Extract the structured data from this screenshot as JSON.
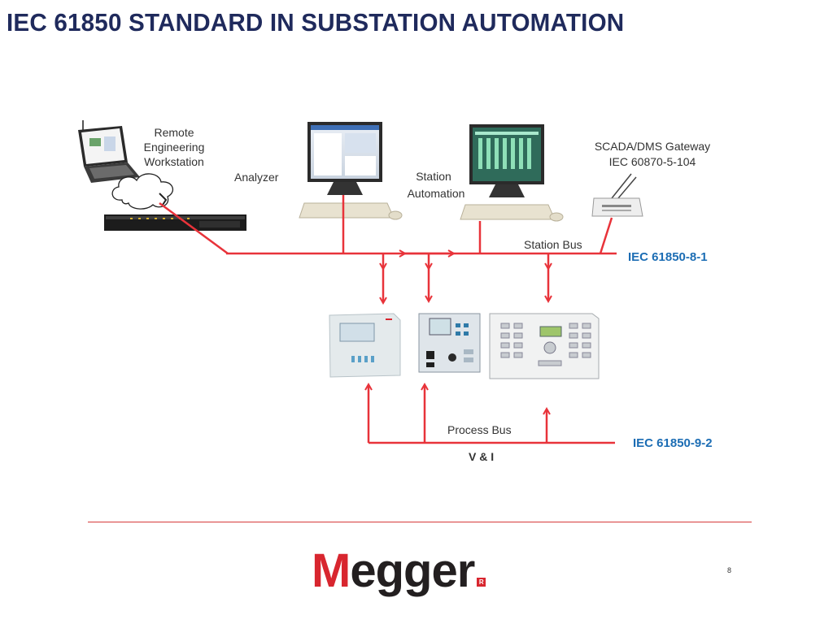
{
  "slide": {
    "title": "IEC 61850 STANDARD IN SUBSTATION AUTOMATION",
    "page_number": "8"
  },
  "logo": {
    "initial": "M",
    "rest": "egger",
    "registered": "R"
  },
  "diagram": {
    "remote_workstation": [
      "Remote",
      "Engineering",
      "Workstation"
    ],
    "analyzer": "Analyzer",
    "station_automation": [
      "Station",
      "Automation"
    ],
    "gateway": [
      "SCADA/DMS Gateway",
      "IEC 60870-5-104"
    ],
    "station_bus": "Station Bus",
    "station_bus_standard": "IEC 61850-8-1",
    "process_bus": "Process Bus",
    "process_bus_standard": "IEC 61850-9-2",
    "process_signals": "V & I"
  },
  "colors": {
    "bus": "#e8333a",
    "title": "#1f2a5c",
    "standard_text": "#1c6db4",
    "logo_red": "#d8262f"
  }
}
